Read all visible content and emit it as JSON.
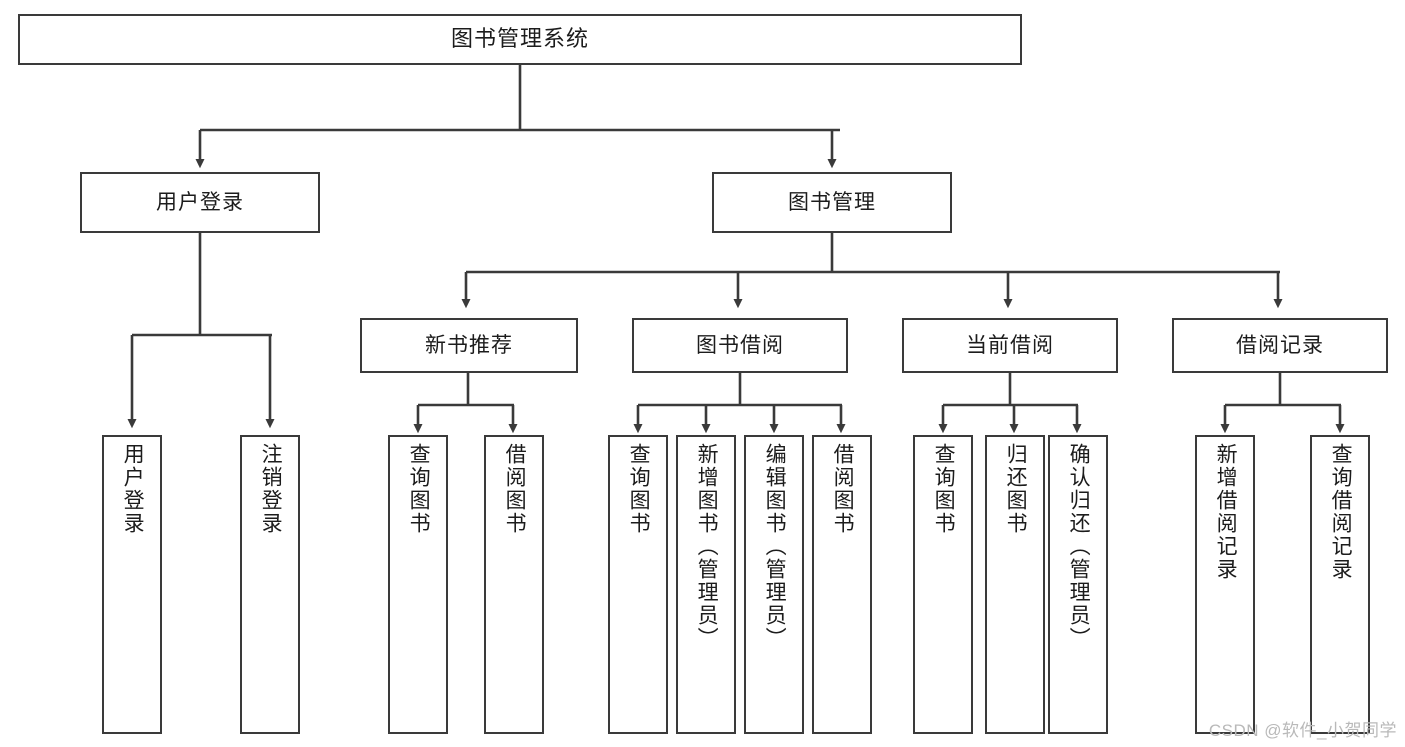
{
  "diagram": {
    "title": "图书管理系统",
    "type": "hierarchy-tree",
    "watermark": "CSDN @软件_小贺同学",
    "colors": {
      "stroke": "#3a3a3a",
      "fill": "#ffffff",
      "text": "#1c1c1c",
      "watermark": "#b9b9b9"
    }
  },
  "nodes": {
    "root": {
      "label": "图书管理系统"
    },
    "level2": [
      {
        "id": "user-login",
        "label": "用户登录"
      },
      {
        "id": "book-manage",
        "label": "图书管理"
      }
    ],
    "level3": [
      {
        "id": "new-book-recommend",
        "label": "新书推荐"
      },
      {
        "id": "book-borrow",
        "label": "图书借阅"
      },
      {
        "id": "current-borrow",
        "label": "当前借阅"
      },
      {
        "id": "borrow-record",
        "label": "借阅记录"
      }
    ],
    "leaves": {
      "user_login": [
        {
          "id": "leaf-user-login",
          "label": "用户登录"
        },
        {
          "id": "leaf-logout-login",
          "label": "注销登录"
        }
      ],
      "new_book_recommend": [
        {
          "id": "leaf-query-book-1",
          "label": "查询图书"
        },
        {
          "id": "leaf-borrow-book-1",
          "label": "借阅图书"
        }
      ],
      "book_borrow": [
        {
          "id": "leaf-query-book-2",
          "label": "查询图书"
        },
        {
          "id": "leaf-add-book",
          "label": "新增图书（管理员）"
        },
        {
          "id": "leaf-edit-book",
          "label": "编辑图书（管理员）"
        },
        {
          "id": "leaf-borrow-book-2",
          "label": "借阅图书"
        }
      ],
      "current_borrow": [
        {
          "id": "leaf-query-book-3",
          "label": "查询图书"
        },
        {
          "id": "leaf-return-book",
          "label": "归还图书"
        },
        {
          "id": "leaf-confirm-return",
          "label": "确认归还（管理员）"
        }
      ],
      "borrow_record": [
        {
          "id": "leaf-add-record",
          "label": "新增借阅记录"
        },
        {
          "id": "leaf-query-record",
          "label": "查询借阅记录"
        }
      ]
    }
  }
}
